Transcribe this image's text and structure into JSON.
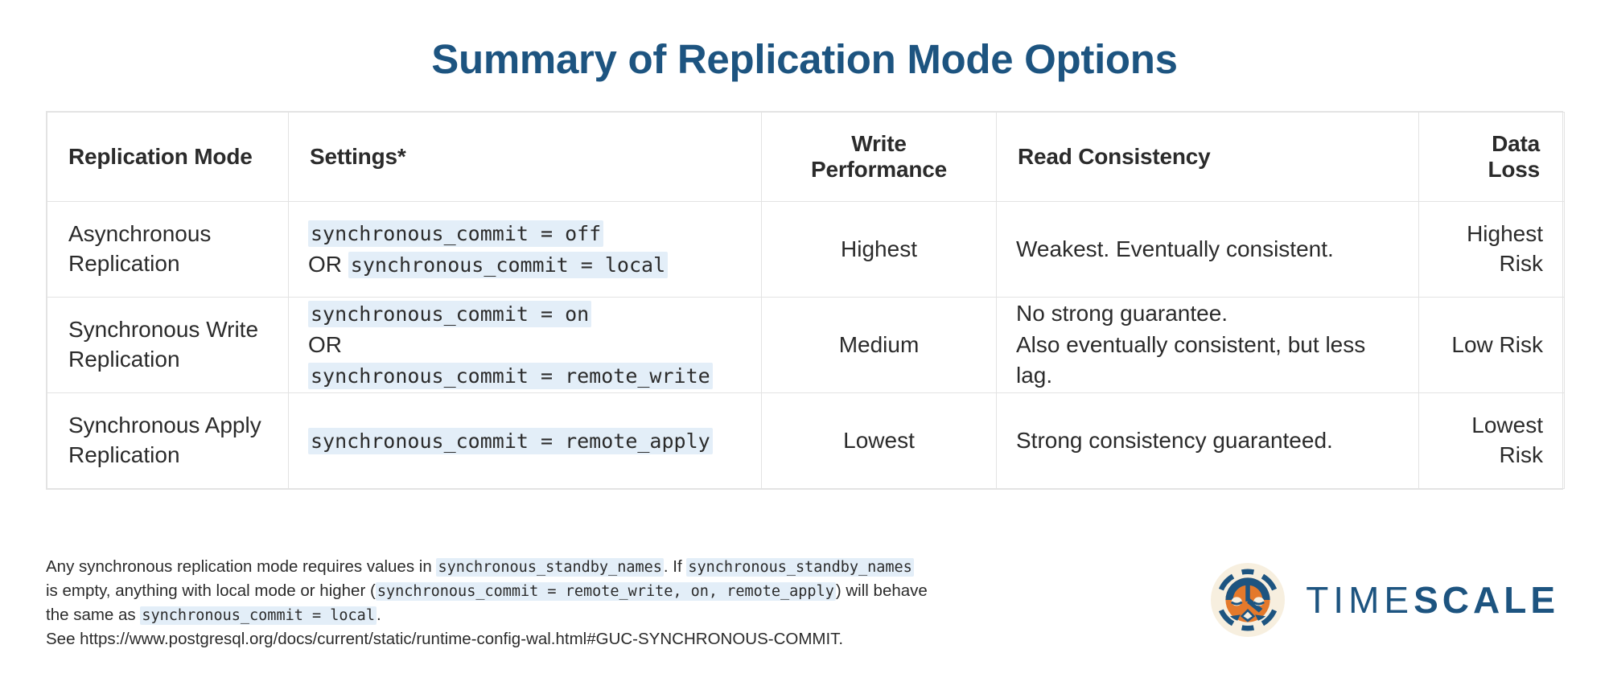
{
  "title": "Summary of Replication Mode Options",
  "colors": {
    "title_blue": "#1d5480",
    "code_bg": "#e3eef8",
    "border": "#e3e3e3",
    "text": "#2b2b2b",
    "logo_orange": "#e4792b",
    "logo_navy": "#1d5480",
    "logo_cream": "#f7efdf"
  },
  "table": {
    "headers": [
      "Replication Mode",
      "Settings*",
      "Write Performance",
      "Read Consistency",
      "Data Loss"
    ],
    "rows": [
      {
        "mode": "Asynchronous Replication",
        "settings": {
          "line1_code": "synchronous_commit = off",
          "line2_prefix": "OR",
          "line2_code": "synchronous_commit = local"
        },
        "write_performance": "Highest",
        "read_consistency_line1": "Weakest. Eventually consistent.",
        "read_consistency_line2": "",
        "data_loss": "Highest Risk"
      },
      {
        "mode": "Synchronous Write Replication",
        "settings": {
          "line1_code": "synchronous_commit = on",
          "line2_prefix": "OR",
          "line2_code": "synchronous_commit = remote_write"
        },
        "write_performance": "Medium",
        "read_consistency_line1": "No strong guarantee.",
        "read_consistency_line2": "Also eventually consistent, but less lag.",
        "data_loss": "Low Risk"
      },
      {
        "mode": "Synchronous Apply Replication",
        "settings": {
          "line1_code": "synchronous_commit = remote_apply",
          "line2_prefix": "",
          "line2_code": ""
        },
        "write_performance": "Lowest",
        "read_consistency_line1": "Strong consistency guaranteed.",
        "read_consistency_line2": "",
        "data_loss": "Lowest Risk"
      }
    ]
  },
  "footnote": {
    "l1_a": "Any synchronous replication mode requires values in ",
    "l1_code1": "synchronous_standby_names",
    "l1_b": ". If ",
    "l1_code2": "synchronous_standby_names",
    "l2_a": "is empty, anything with local mode or higher (",
    "l2_code1": "synchronous_commit = remote_write, on, remote_apply",
    "l2_b": ") will behave",
    "l3_a": "the same as ",
    "l3_code1": "synchronous_commit = local",
    "l3_b": ".",
    "l4": "See https://www.postgresql.org/docs/current/static/runtime-config-wal.html#GUC-SYNCHRONOUS-COMMIT."
  },
  "logo": {
    "text_thin": "TIME",
    "text_bold": "SCALE",
    "mark_name": "timescale-tiger-logo"
  }
}
